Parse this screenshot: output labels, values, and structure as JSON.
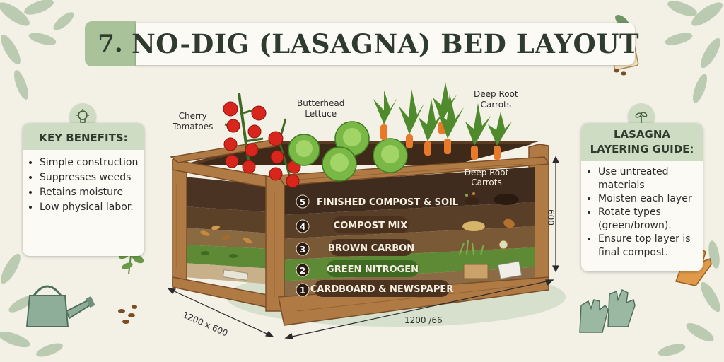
{
  "title": {
    "number": "7.",
    "text": "NO-DIG (LASAGNA) BED LAYOUT"
  },
  "benefits": {
    "heading": "KEY BENEFITS:",
    "items": [
      "Simple construction",
      "Suppresses weeds",
      "Retains moisture",
      "Low physical labor."
    ],
    "icon": "lightbulb-icon"
  },
  "guide": {
    "heading_line1": "LASAGNA",
    "heading_line2": "LAYERING GUIDE:",
    "items": [
      "Use untreated",
      "materials",
      "Moisten each layer",
      "Rotate types",
      "(green/brown).",
      "Ensure top layer is",
      "final compost."
    ],
    "icon": "sprout-icon"
  },
  "plants": {
    "tomatoes_line1": "Cherry",
    "tomatoes_line2": "Tomatoes",
    "lettuce_line1": "Butterhead",
    "lettuce_line2": "Lettuce",
    "carrots_line1": "Deep Root",
    "carrots_line2": "Carrots"
  },
  "layer_overlay_line1": "Deep Root",
  "layer_overlay_line2": "Carrots",
  "layers": [
    {
      "num": "5",
      "label": "FINISHED COMPOST & SOIL",
      "color": "#3f2c1e"
    },
    {
      "num": "4",
      "label": "COMPOST MIX",
      "color": "#5a3f28"
    },
    {
      "num": "3",
      "label": "BROWN CARBON",
      "color": "#7a5a36"
    },
    {
      "num": "2",
      "label": "GREEN NITROGEN",
      "color": "#5e8a35"
    },
    {
      "num": "1",
      "label": "CARDBOARD & NEWSPAPER",
      "color": "#8b6b45"
    }
  ],
  "dimensions": {
    "front": "1200 x 600",
    "length": "1200 /66",
    "height": "600"
  },
  "colors": {
    "accent_green": "#a9c29a",
    "panel_head": "#cfdcc4",
    "wood": "#b07a45",
    "background": "#f3f0e6"
  }
}
